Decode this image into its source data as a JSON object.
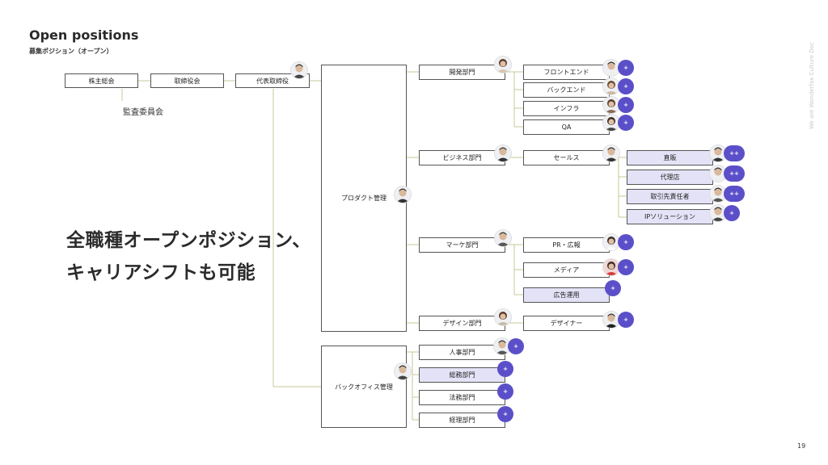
{
  "header": {
    "title": "Open positions",
    "subtitle": "募集ポジション（オープン）"
  },
  "side_text": "We are Wonderfax Culture Doc",
  "page_number": "19",
  "headline": {
    "line1": "全職種オープンポジション、",
    "line2": "キャリアシフトも可能"
  },
  "governance": {
    "shareholders": "株主総会",
    "board": "取締役会",
    "ceo": "代表取締役",
    "audit": "監査委員会"
  },
  "product": {
    "label": "プロダクト管理",
    "dev": {
      "label": "開発部門",
      "roles": [
        "フロントエンド",
        "バックエンド",
        "インフラ",
        "QA"
      ]
    },
    "biz": {
      "label": "ビジネス部門",
      "sales": "セールス",
      "sub": [
        "直販",
        "代理店",
        "取引先責任者",
        "IPソリューション"
      ]
    },
    "marketing": {
      "label": "マーケ部門",
      "roles": [
        "PR・広報",
        "メディア",
        "広告運用"
      ]
    },
    "design": {
      "label": "デザイン部門",
      "role": "デザイナー"
    }
  },
  "backoffice": {
    "label": "バックオフィス管理",
    "departments": [
      "人事部門",
      "総務部門",
      "法務部門",
      "経理部門"
    ]
  },
  "badge": {
    "single": "+",
    "double": "++"
  },
  "colors": {
    "accent": "#5b4fc9",
    "highlight": "#e3e2f6",
    "line": "#c9c79a",
    "border": "#555555"
  }
}
